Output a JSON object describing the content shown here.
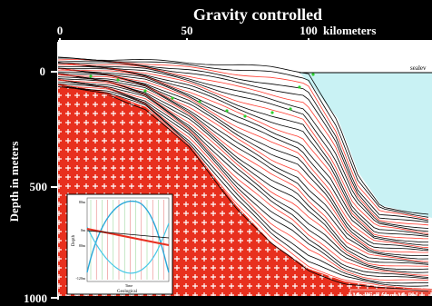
{
  "title": "Gravity controlled",
  "x_axis": {
    "ticks": [
      "0",
      "50",
      "100"
    ],
    "unit_label": "kilometers"
  },
  "y_axis": {
    "label": "Depth in meters",
    "ticks": [
      "0",
      "500",
      "1000"
    ]
  },
  "sealevel_label": "sealev",
  "credit": "Modified from M. Pol",
  "colors": {
    "background": "#000000",
    "basement": "#e8301e",
    "sea": "#c9f2f4",
    "sediment_lines": "#000000",
    "time_lines": "#ff3b2f",
    "shelf_markers": "#2fd12f"
  },
  "inset": {
    "y_label": "Depth",
    "x_label": "Time",
    "caption": "Geological",
    "ticks": [
      "80m",
      "0m",
      "80m",
      "-120m"
    ]
  }
}
